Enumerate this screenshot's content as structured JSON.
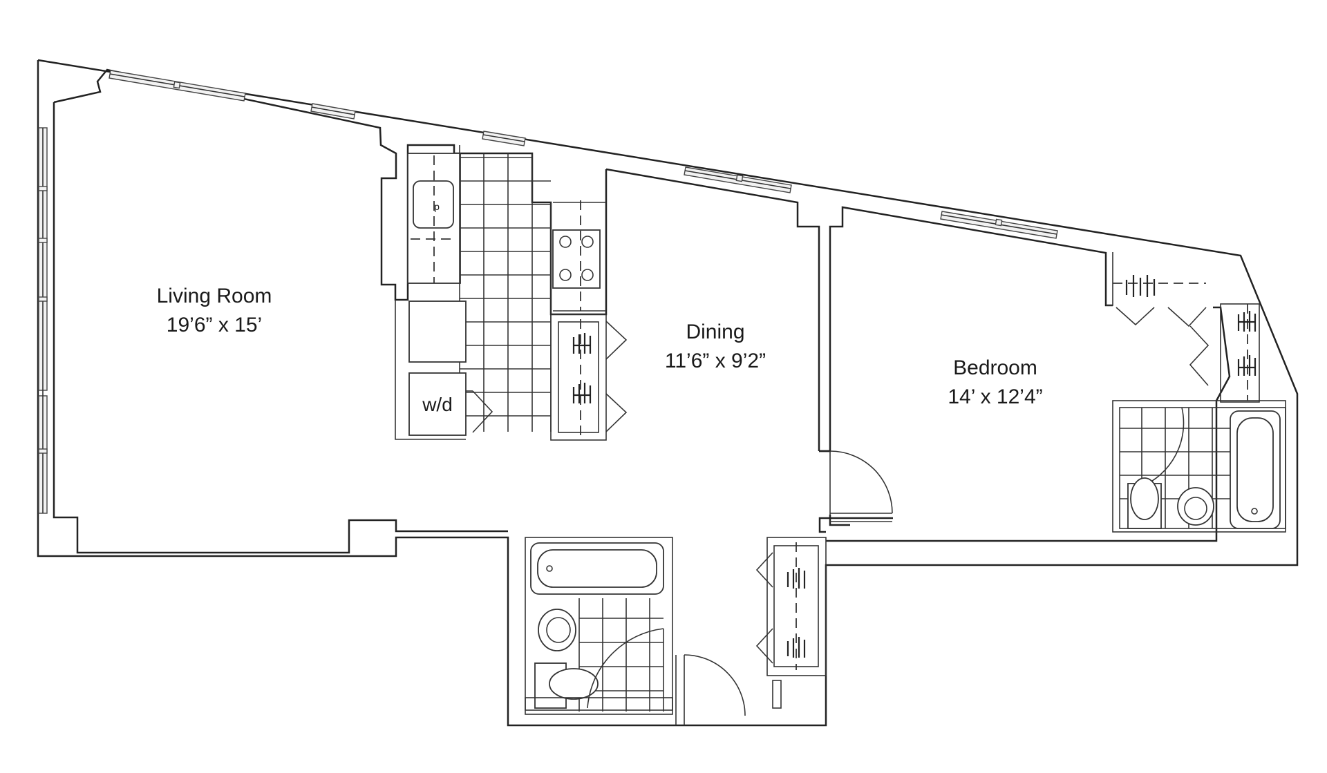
{
  "rooms": {
    "living": {
      "name": "Living Room",
      "dimensions": "19’6” x 15’"
    },
    "dining": {
      "name": "Dining",
      "dimensions": "11’6” x 9’2”"
    },
    "bedroom": {
      "name": "Bedroom",
      "dimensions": "14’ x 12’4”"
    }
  },
  "appliances": {
    "washer_dryer": "w/d",
    "sink_mark": "p"
  },
  "colors": {
    "walls": "#222222",
    "background": "#ffffff"
  }
}
